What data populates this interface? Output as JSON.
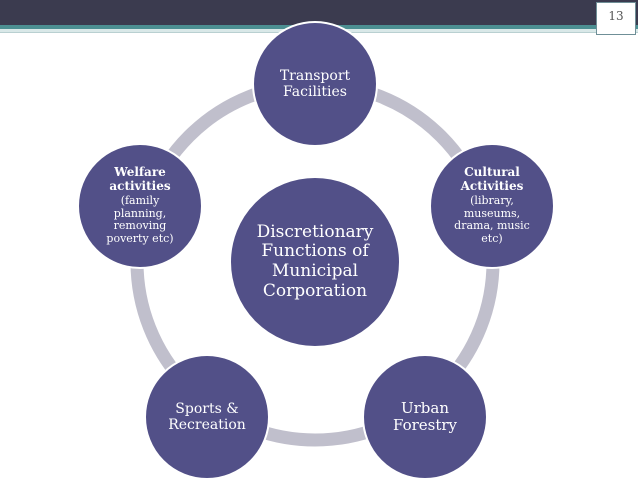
{
  "slide": {
    "page_number": "13"
  },
  "diagram": {
    "center": "Discretionary Functions of Municipal Corporation",
    "nodes": [
      {
        "id": "transport",
        "title": "Transport Facilities",
        "detail": ""
      },
      {
        "id": "cultural",
        "title": "Cultural Activities",
        "detail": "(library, museums, drama, music etc)"
      },
      {
        "id": "forestry",
        "title": "Urban Forestry",
        "detail": ""
      },
      {
        "id": "sports",
        "title": "Sports & Recreation",
        "detail": ""
      },
      {
        "id": "welfare",
        "title": "Welfare activities",
        "detail": "(family planning, removing poverty etc)"
      }
    ],
    "colors": {
      "node_fill": "#525088",
      "ring": "#c0bfcc",
      "node_stroke": "#ffffff"
    }
  }
}
